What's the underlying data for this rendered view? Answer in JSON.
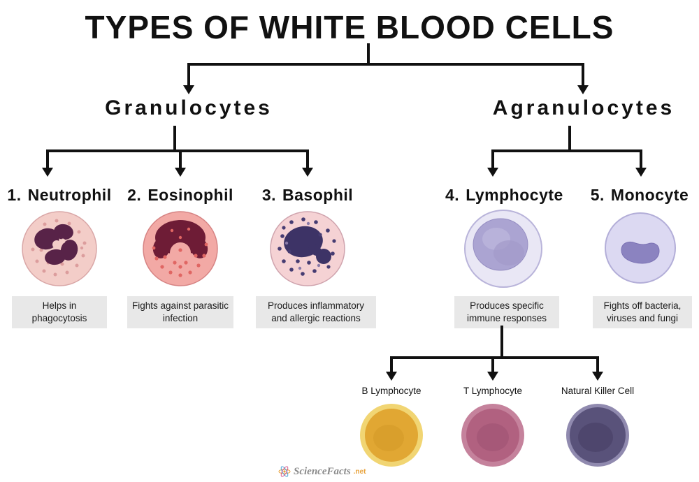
{
  "title": "TYPES OF WHITE BLOOD CELLS",
  "groups": {
    "granulocytes": "Granulocytes",
    "agranulocytes": "Agranulocytes"
  },
  "cells": [
    {
      "number": "1.",
      "name": "Neutrophil",
      "description": "Helps in phagocytosis"
    },
    {
      "number": "2.",
      "name": "Eosinophil",
      "description": "Fights against parasitic infection"
    },
    {
      "number": "3.",
      "name": "Basophil",
      "description": "Produces inflammatory and allergic reactions"
    },
    {
      "number": "4.",
      "name": "Lymphocyte",
      "description": "Produces specific immune responses"
    },
    {
      "number": "5.",
      "name": "Monocyte",
      "description": "Fights off bacteria, viruses and fungi"
    }
  ],
  "lymphocyte_subtypes": [
    {
      "name": "B Lymphocyte"
    },
    {
      "name": "T Lymphocyte"
    },
    {
      "name": "Natural Killer Cell"
    }
  ],
  "watermark": {
    "name": "ScienceFacts",
    "tld": ".net"
  },
  "colors": {
    "line": "#111111",
    "description_box": "#e8e8e8",
    "neutrophil_cytoplasm": "#f3cdc8",
    "neutrophil_nucleus": "#582348",
    "eosinophil_cytoplasm": "#f2a9a5",
    "eosinophil_nucleus": "#6e1c36",
    "basophil_cytoplasm": "#f5d2d4",
    "basophil_nucleus": "#3d3366",
    "lymphocyte_cytoplasm": "#e9e7f5",
    "lymphocyte_nucleus": "#aba4d2",
    "monocyte_cytoplasm": "#dcd9f2",
    "monocyte_nucleus": "#8b83c0",
    "b_lymphocyte": "#e1a733",
    "t_lymphocyte": "#b16180",
    "natural_killer": "#59527a"
  }
}
